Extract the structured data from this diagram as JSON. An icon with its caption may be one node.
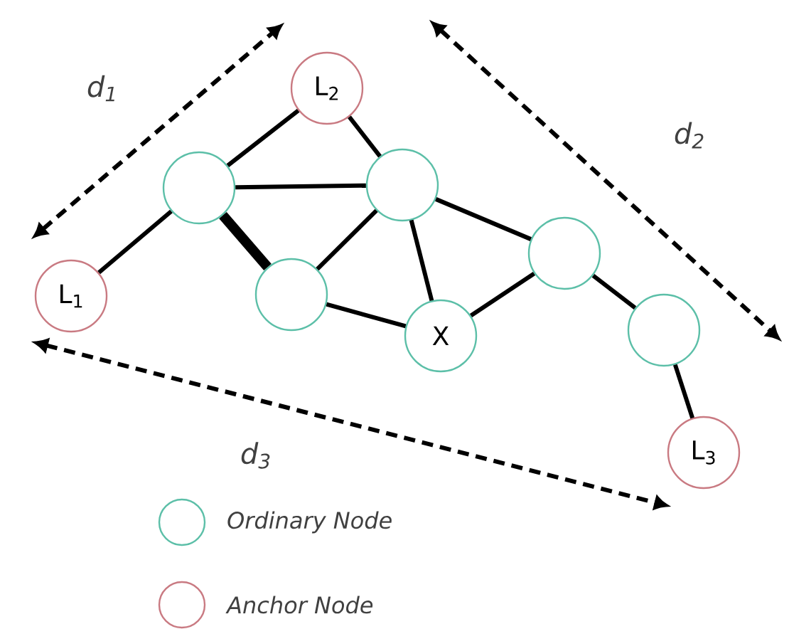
{
  "diagram": {
    "nodes": [
      {
        "text": [
          "L$_{2}$"
        ]
      },
      {
        "text": [],
        "shape": "circle"
      },
      {
        "text": [],
        "shape": "circle"
      },
      {
        "text": [
          "L$_{1}$"
        ]
      },
      {
        "text": [],
        "shape": "circle"
      },
      {
        "text": [
          "X"
        ]
      },
      {
        "text": [],
        "shape": "circle"
      },
      {
        "text": [],
        "shape": "circle"
      },
      {
        "text": [
          "L$_{3}$"
        ]
      }
    ],
    "edges": [
      {
        "from": 0,
        "to": 1,
        "arrow": "none"
      },
      {
        "from": 0,
        "to": 2,
        "arrow": "none"
      },
      {
        "from": 1,
        "to": 2,
        "arrow": "none"
      },
      {
        "from": 1,
        "to": 3,
        "arrow": "none"
      },
      {
        "from": 1,
        "to": 4,
        "arrow": "none",
        "style": "thick"
      },
      {
        "from": 4,
        "to": 2,
        "arrow": "none"
      },
      {
        "from": 2,
        "to": 5,
        "arrow": "none"
      },
      {
        "from": 2,
        "to": 6,
        "arrow": "none"
      },
      {
        "from": 4,
        "to": 5,
        "arrow": "none"
      },
      {
        "from": 5,
        "to": 6,
        "arrow": "none"
      },
      {
        "from": 6,
        "to": 7,
        "arrow": "none"
      },
      {
        "from": 7,
        "to": 8,
        "arrow": "none"
      }
    ],
    "labels": [
      "d$_{1}$",
      "d$_{2}$",
      "d$_{3}$"
    ],
    "legend": [
      {
        "text": "Ordinary Node",
        "color": "#5cbfa8"
      },
      {
        "text": "Anchor Node",
        "color": "#c97a82"
      }
    ]
  }
}
